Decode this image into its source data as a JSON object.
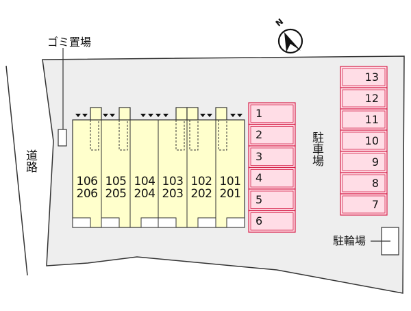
{
  "labels": {
    "garbage": "ゴミ置場",
    "road": "道路",
    "parking": "駐車場",
    "bicycle": "駐輪場",
    "compass": "N"
  },
  "units": [
    {
      "lower": "106",
      "upper": "206"
    },
    {
      "lower": "105",
      "upper": "205"
    },
    {
      "lower": "104",
      "upper": "204"
    },
    {
      "lower": "103",
      "upper": "203"
    },
    {
      "lower": "102",
      "upper": "202"
    },
    {
      "lower": "101",
      "upper": "201"
    }
  ],
  "parking_left": [
    "1",
    "2",
    "3",
    "4",
    "5",
    "6"
  ],
  "parking_right": [
    "13",
    "12",
    "11",
    "10",
    "9",
    "8",
    "7"
  ],
  "colors": {
    "ground": "#eeeeee",
    "building": "#ffffcc",
    "parking_fill": "#ffdde6",
    "parking_stroke": "#d6214a",
    "outline": "#333333"
  }
}
